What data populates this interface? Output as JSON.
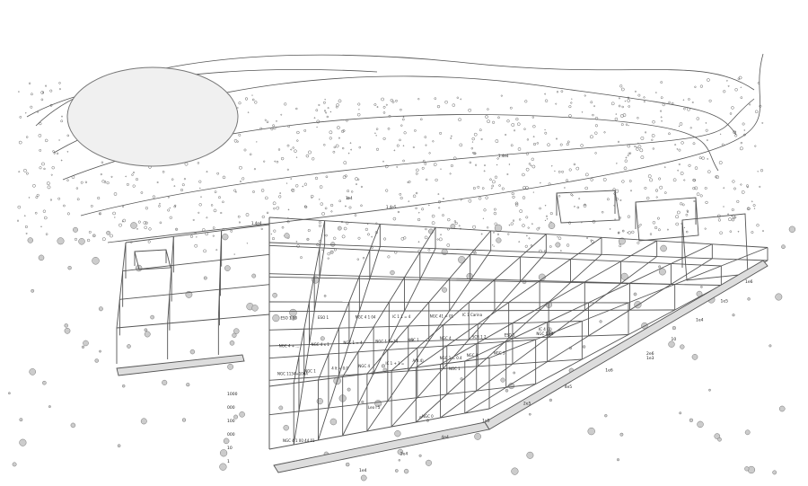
{
  "galaxy_labels": [
    "1e4",
    "1.4e4",
    "1.4e5",
    "1.4e4"
  ],
  "box_labels": [
    "NGC 1134+1064",
    "NGC 1",
    "4 lt = 0.0",
    "NGC 4",
    "IC 1 + 1 =",
    "A(0.4)",
    "NGC 1 = 0.4",
    "NGC 4",
    "NGC 3",
    "NGC 4 + ...",
    "NGC 4 x 1",
    "NGC 1 = 4",
    "NGC 1 S+14",
    "NGC 1",
    "NGC 4",
    "SCR 1 2",
    "ESO 1",
    "NGC 1 14",
    "ESO 1 00",
    "ESO 1",
    "NGC 4 1 04",
    "IC 1 1 = 4",
    "NGC 41 = 01"
  ],
  "bottom_labels": [
    "NGC 4 1 00 44 01",
    "Leo I 5",
    "NGC 0",
    "IC 4 (0)",
    "IC 1 Carina",
    "NGC 1"
  ],
  "axis_left": [
    "1000",
    "000",
    "100",
    "000",
    "10",
    "1"
  ],
  "axis_bottom": [
    "1e4",
    "2e4",
    "4e4",
    "1e5",
    "2e5",
    "4e5",
    "1e6",
    "2e6"
  ],
  "axis_right": [
    "1e3",
    "10",
    "1e4",
    "1e5",
    "1e6"
  ]
}
